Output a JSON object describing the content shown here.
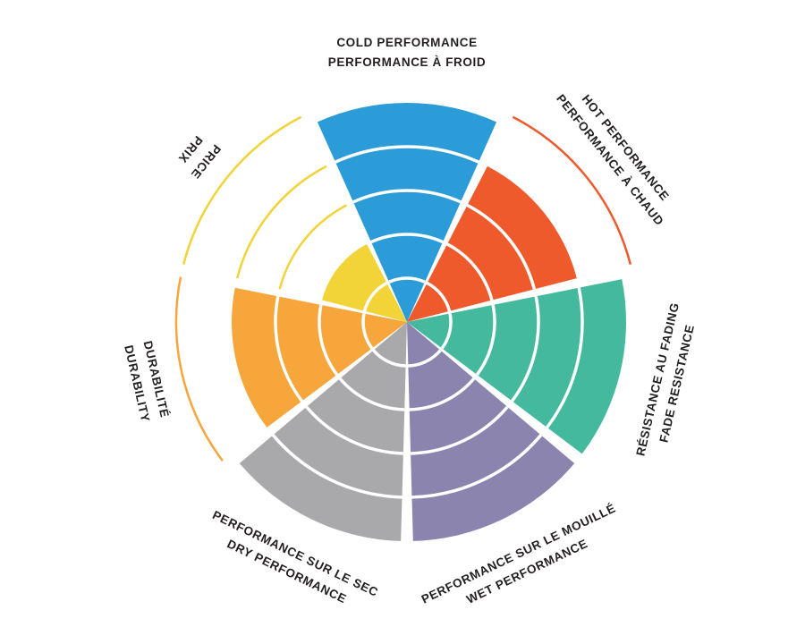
{
  "page": {
    "background_color": "#ffffff",
    "text_color": "#231F20"
  },
  "chart_data": {
    "type": "polar-sector-wheel",
    "description": "Seven-sector bilingual performance wheel; each sector filled to its score out of 5 rings, with thin colored arcs marking unfilled ring levels.",
    "rings": 5,
    "value_scale": [
      0,
      5
    ],
    "direction": "clockwise",
    "start_angle_deg": -90,
    "grid": "concentric ring dividers inside filled sectors",
    "legend_position": "none",
    "categories": [
      {
        "id": "cold-performance",
        "label_line1": "COLD PERFORMANCE",
        "label_line2": "PERFORMANCE À FROID",
        "value": 5,
        "color": "#2B9CD8"
      },
      {
        "id": "hot-performance",
        "label_line1": "HOT PERFORMANCE",
        "label_line2": "PERFORMANCE À CHAUD",
        "value": 4,
        "color": "#EE5A2C"
      },
      {
        "id": "fade-resistance",
        "label_line1": "RÉSISTANCE AU FADING",
        "label_line2": "FADE RESISTANCE",
        "value": 5,
        "color": "#45B99D"
      },
      {
        "id": "wet-performance",
        "label_line1": "PERFORMANCE SUR LE MOUILLÉ",
        "label_line2": "WET PERFORMANCE",
        "value": 5,
        "color": "#8B84AE"
      },
      {
        "id": "dry-performance",
        "label_line1": "PERFORMANCE SUR LE SEC",
        "label_line2": "DRY PERFORMANCE",
        "value": 5,
        "color": "#A9A9AC"
      },
      {
        "id": "durability",
        "label_line1": "DURABILITÉ",
        "label_line2": "DURABILITY",
        "value": 4,
        "color": "#F7A63B"
      },
      {
        "id": "price",
        "label_line1": "PRICE",
        "label_line2": "PRIX",
        "value": 2,
        "color": "#F2D338"
      }
    ]
  }
}
